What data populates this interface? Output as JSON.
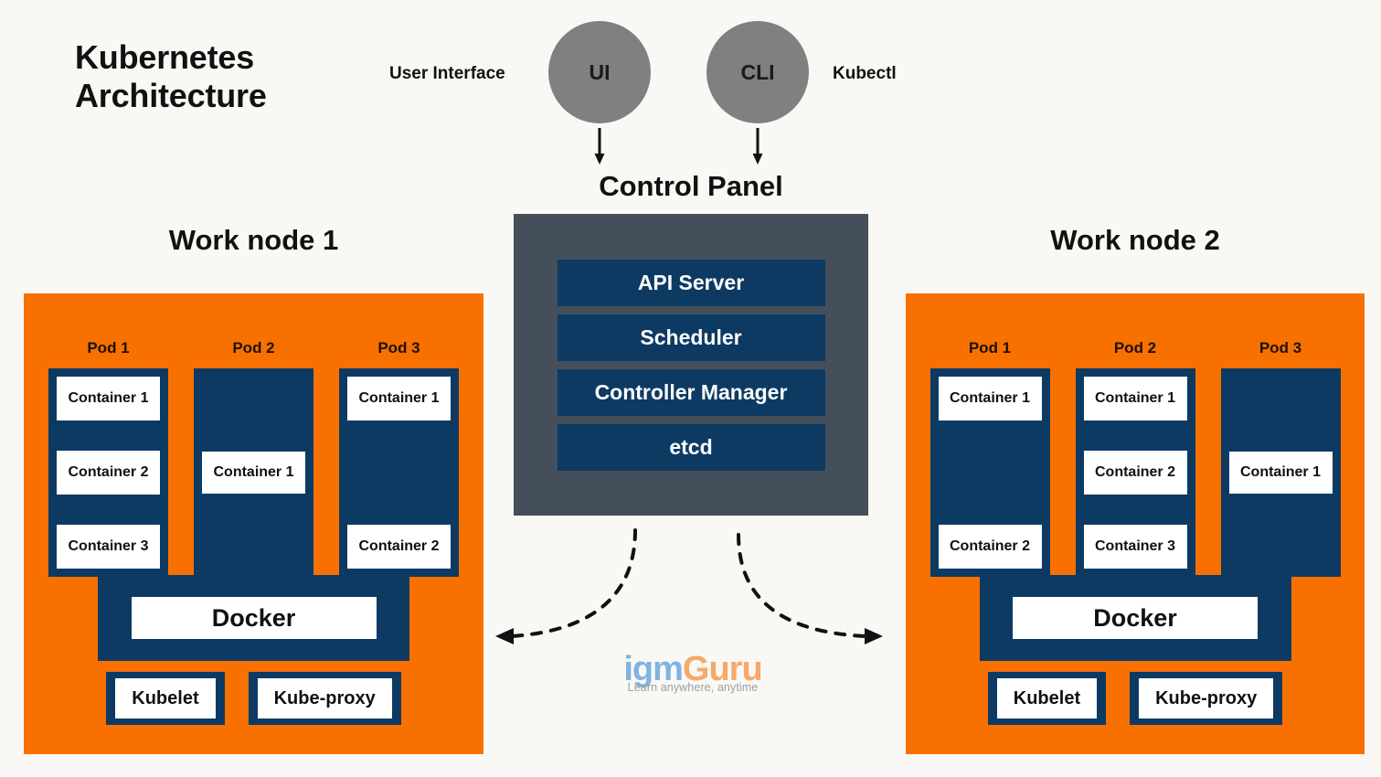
{
  "title": "Kubernetes\nArchitecture",
  "clients": {
    "ui": {
      "label": "User Interface",
      "circle": "UI"
    },
    "cli": {
      "label": "Kubectl",
      "circle": "CLI"
    }
  },
  "control_panel": {
    "heading": "Control Panel",
    "components": [
      {
        "label": "API Server"
      },
      {
        "label": "Scheduler"
      },
      {
        "label": "Controller Manager"
      },
      {
        "label": "etcd"
      }
    ]
  },
  "nodes": [
    {
      "heading": "Work node 1",
      "pods": [
        {
          "label": "Pod 1",
          "layout": "evenly",
          "containers": [
            "Container 1",
            "Container 2",
            "Container 3"
          ]
        },
        {
          "label": "Pod 2",
          "layout": "center",
          "containers": [
            "Container 1"
          ]
        },
        {
          "label": "Pod 3",
          "layout": "space-between",
          "containers": [
            "Container 1",
            "Container 2"
          ]
        }
      ],
      "runtime": "Docker",
      "agents": [
        "Kubelet",
        "Kube-proxy"
      ]
    },
    {
      "heading": "Work node 2",
      "pods": [
        {
          "label": "Pod 1",
          "layout": "space-between",
          "containers": [
            "Container 1",
            "Container 2"
          ]
        },
        {
          "label": "Pod 2",
          "layout": "evenly",
          "containers": [
            "Container 1",
            "Container 2",
            "Container 3"
          ]
        },
        {
          "label": "Pod 3",
          "layout": "center",
          "containers": [
            "Container 1"
          ]
        }
      ],
      "runtime": "Docker",
      "agents": [
        "Kubelet",
        "Kube-proxy"
      ]
    }
  ],
  "logo": {
    "part1": "igm",
    "part2": "Guru",
    "tagline": "Learn anywhere, anytime"
  },
  "colors": {
    "background": "#faf8f4",
    "node_orange": "#f87000",
    "navy": "#0d3a63",
    "slate": "#454f5b",
    "circle_gray": "#808080",
    "text_dark": "#111111",
    "chip_white": "#ffffff",
    "logo_blue": "#7fb3e3",
    "logo_orange": "#f5a96a"
  }
}
